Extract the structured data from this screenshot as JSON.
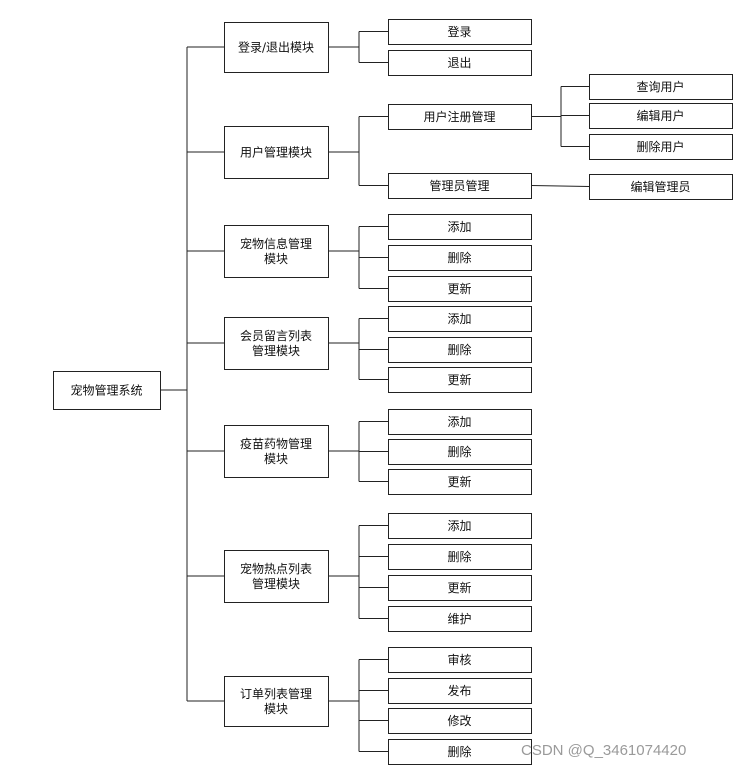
{
  "root": {
    "label": "宠物管理系统"
  },
  "modules": [
    {
      "lines": [
        "登录/退出模块"
      ],
      "children": [
        {
          "label": "登录"
        },
        {
          "label": "退出"
        }
      ]
    },
    {
      "lines": [
        "用户管理模块"
      ],
      "children": [
        {
          "label": "用户注册管理",
          "children": [
            {
              "label": "查询用户"
            },
            {
              "label": "编辑用户"
            },
            {
              "label": "删除用户"
            }
          ]
        },
        {
          "label": "管理员管理",
          "children": [
            {
              "label": "编辑管理员"
            }
          ]
        }
      ]
    },
    {
      "lines": [
        "宠物信息管理",
        "模块"
      ],
      "children": [
        {
          "label": "添加"
        },
        {
          "label": "删除"
        },
        {
          "label": "更新"
        }
      ]
    },
    {
      "lines": [
        "会员留言列表",
        "管理模块"
      ],
      "children": [
        {
          "label": "添加"
        },
        {
          "label": "删除"
        },
        {
          "label": "更新"
        }
      ]
    },
    {
      "lines": [
        "疫苗药物管理",
        "模块"
      ],
      "children": [
        {
          "label": "添加"
        },
        {
          "label": "删除"
        },
        {
          "label": "更新"
        }
      ]
    },
    {
      "lines": [
        "宠物热点列表",
        "管理模块"
      ],
      "children": [
        {
          "label": "添加"
        },
        {
          "label": "删除"
        },
        {
          "label": "更新"
        },
        {
          "label": "维护"
        }
      ]
    },
    {
      "lines": [
        "订单列表管理",
        "模块"
      ],
      "children": [
        {
          "label": "审核"
        },
        {
          "label": "发布"
        },
        {
          "label": "修改"
        },
        {
          "label": "删除"
        }
      ]
    }
  ],
  "watermark": "CSDN @Q_3461074420"
}
